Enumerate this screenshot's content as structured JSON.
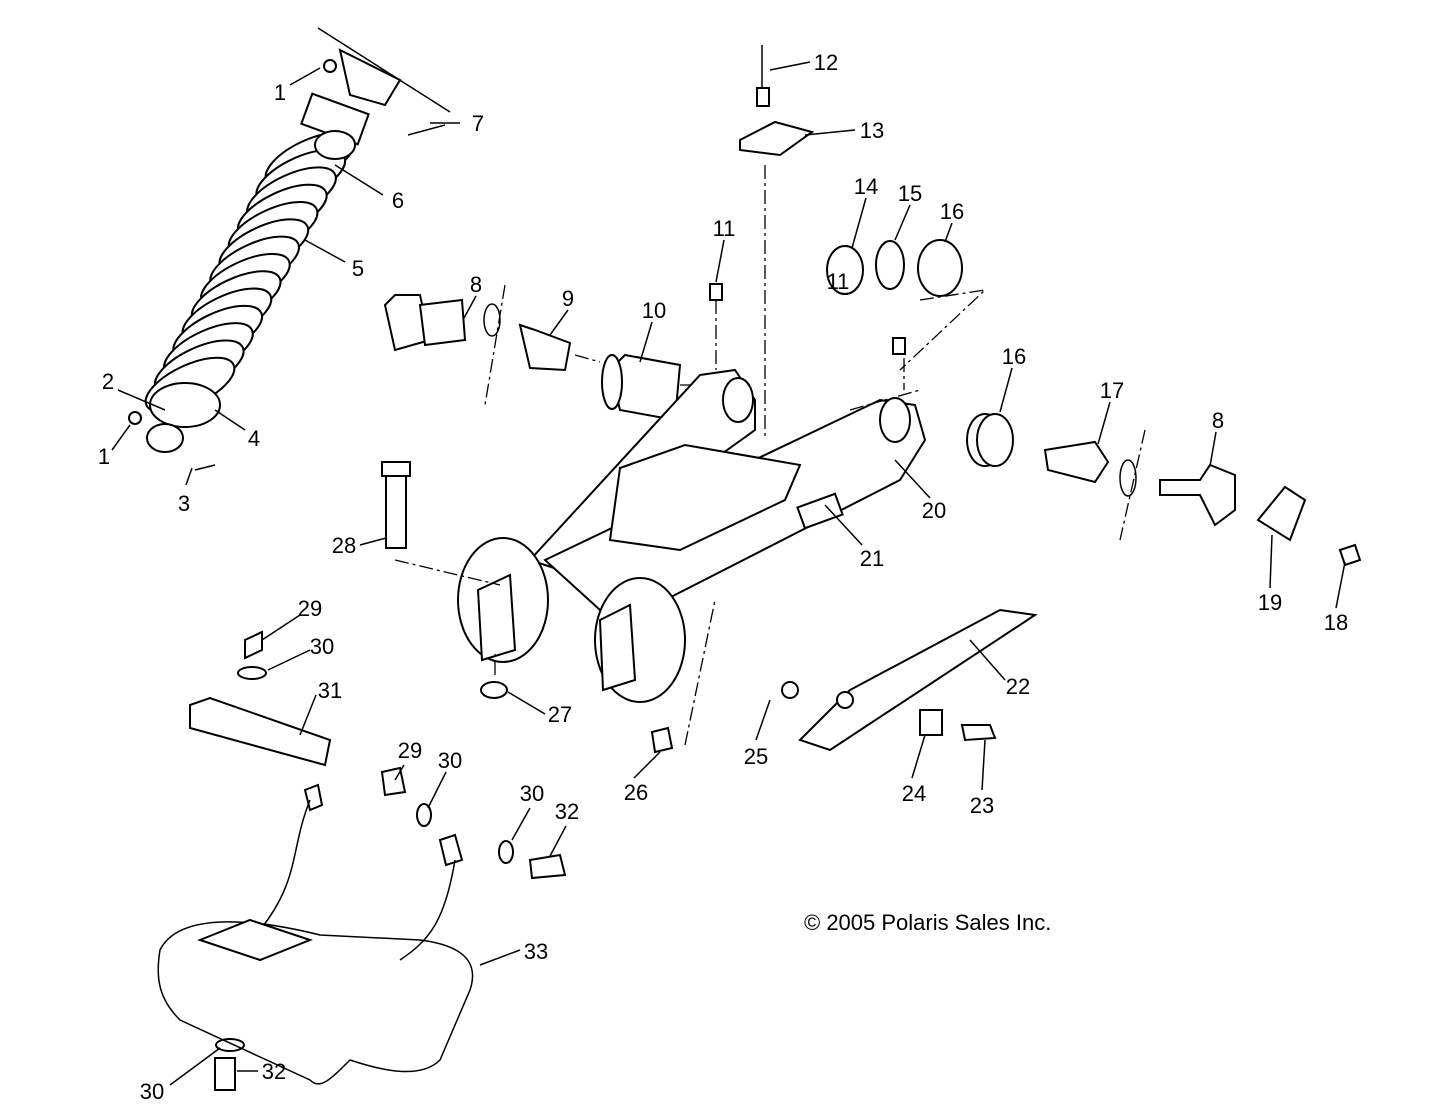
{
  "copyright": "© 2005 Polaris Sales Inc.",
  "callouts": [
    {
      "id": "c1a",
      "text": "1"
    },
    {
      "id": "c7",
      "text": "7"
    },
    {
      "id": "c6",
      "text": "6"
    },
    {
      "id": "c5",
      "text": "5"
    },
    {
      "id": "c2",
      "text": "2"
    },
    {
      "id": "c4",
      "text": "4"
    },
    {
      "id": "c1b",
      "text": "1"
    },
    {
      "id": "c3",
      "text": "3"
    },
    {
      "id": "c12",
      "text": "12"
    },
    {
      "id": "c13",
      "text": "13"
    },
    {
      "id": "c14",
      "text": "14"
    },
    {
      "id": "c15",
      "text": "15"
    },
    {
      "id": "c16a",
      "text": "16"
    },
    {
      "id": "c11a",
      "text": "11"
    },
    {
      "id": "c8a",
      "text": "8"
    },
    {
      "id": "c9",
      "text": "9"
    },
    {
      "id": "c10",
      "text": "10"
    },
    {
      "id": "c11b",
      "text": "11"
    },
    {
      "id": "c16b",
      "text": "16"
    },
    {
      "id": "c17",
      "text": "17"
    },
    {
      "id": "c8b",
      "text": "8"
    },
    {
      "id": "c20",
      "text": "20"
    },
    {
      "id": "c21",
      "text": "21"
    },
    {
      "id": "c19",
      "text": "19"
    },
    {
      "id": "c18",
      "text": "18"
    },
    {
      "id": "c28",
      "text": "28"
    },
    {
      "id": "c29a",
      "text": "29"
    },
    {
      "id": "c30a",
      "text": "30"
    },
    {
      "id": "c31",
      "text": "31"
    },
    {
      "id": "c27",
      "text": "27"
    },
    {
      "id": "c22",
      "text": "22"
    },
    {
      "id": "c25",
      "text": "25"
    },
    {
      "id": "c26",
      "text": "26"
    },
    {
      "id": "c24",
      "text": "24"
    },
    {
      "id": "c23",
      "text": "23"
    },
    {
      "id": "c29b",
      "text": "29"
    },
    {
      "id": "c30b",
      "text": "30"
    },
    {
      "id": "c30c",
      "text": "30"
    },
    {
      "id": "c32a",
      "text": "32"
    },
    {
      "id": "c33",
      "text": "33"
    },
    {
      "id": "c30d",
      "text": "30"
    },
    {
      "id": "c32b",
      "text": "32"
    }
  ]
}
